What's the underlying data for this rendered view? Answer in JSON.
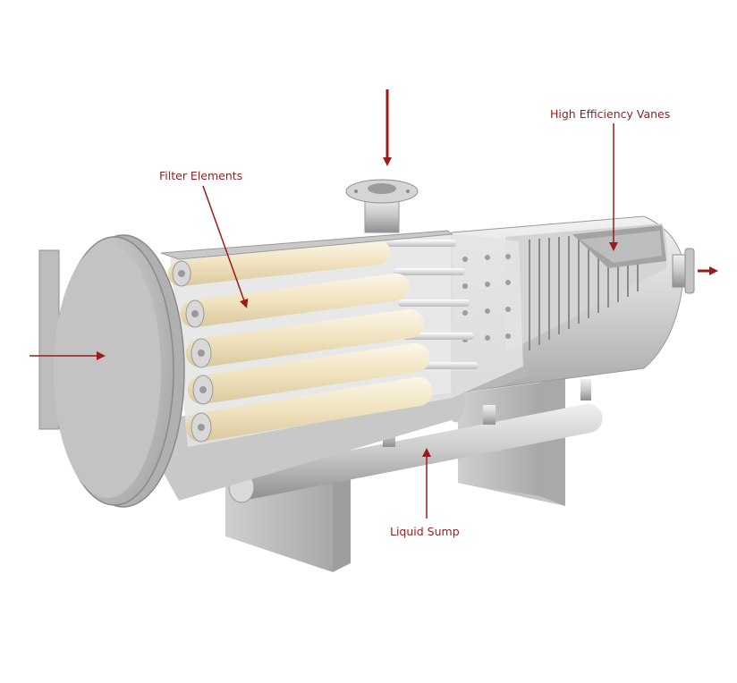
{
  "labels": {
    "filter_elements": "Filter Elements",
    "high_efficiency_vanes": "High Efficiency Vanes",
    "liquid_sump": "Liquid Sump"
  },
  "colors": {
    "callout": "#9b1b1b",
    "steel_light": "#e6e6e6",
    "steel_mid": "#bdbdbd",
    "steel_dark": "#8c8c8c",
    "filter_cream": "#f3e9cf"
  }
}
